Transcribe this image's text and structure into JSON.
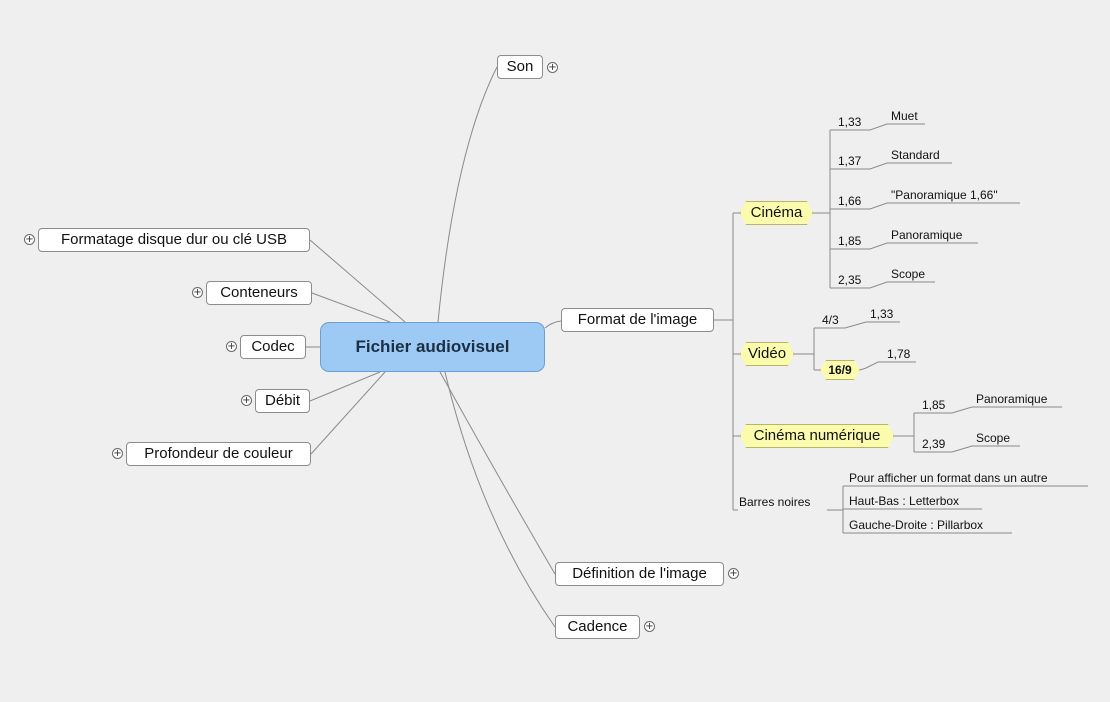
{
  "central": "Fichier audiovisuel",
  "left_topics": {
    "formatage": "Formatage disque dur ou clé USB",
    "conteneurs": "Conteneurs",
    "codec": "Codec",
    "debit": "Débit",
    "profondeur": "Profondeur de couleur"
  },
  "right_topics": {
    "son": "Son",
    "format_image": "Format de l'image",
    "definition": "Définition de l'image",
    "cadence": "Cadence"
  },
  "format_image": {
    "cinema": {
      "label": "Cinéma",
      "ratios": [
        {
          "value": "1,33",
          "name": "Muet"
        },
        {
          "value": "1,37",
          "name": "Standard"
        },
        {
          "value": "1,66",
          "name": "\"Panoramique 1,66\""
        },
        {
          "value": "1,85",
          "name": "Panoramique"
        },
        {
          "value": "2,35",
          "name": "Scope"
        }
      ]
    },
    "video": {
      "label": "Vidéo",
      "branches": [
        {
          "ratio": "4/3",
          "value": "1,33"
        },
        {
          "ratio": "16/9",
          "value": "1,78"
        }
      ]
    },
    "cinema_numerique": {
      "label": "Cinéma numérique",
      "ratios": [
        {
          "value": "1,85",
          "name": "Panoramique"
        },
        {
          "value": "2,39",
          "name": "Scope"
        }
      ]
    },
    "barres_noires": {
      "label": "Barres noires",
      "items": [
        "Pour afficher un format dans un autre",
        "Haut-Bas : Letterbox",
        "Gauche-Droite : Pillarbox"
      ]
    }
  },
  "icons": {
    "collapse": "plus-circle-icon"
  },
  "colors": {
    "background": "#efefef",
    "central_fill": "#9ccaf5",
    "subtopic_fill": "#fbfbae",
    "line": "#8a8a8a"
  }
}
